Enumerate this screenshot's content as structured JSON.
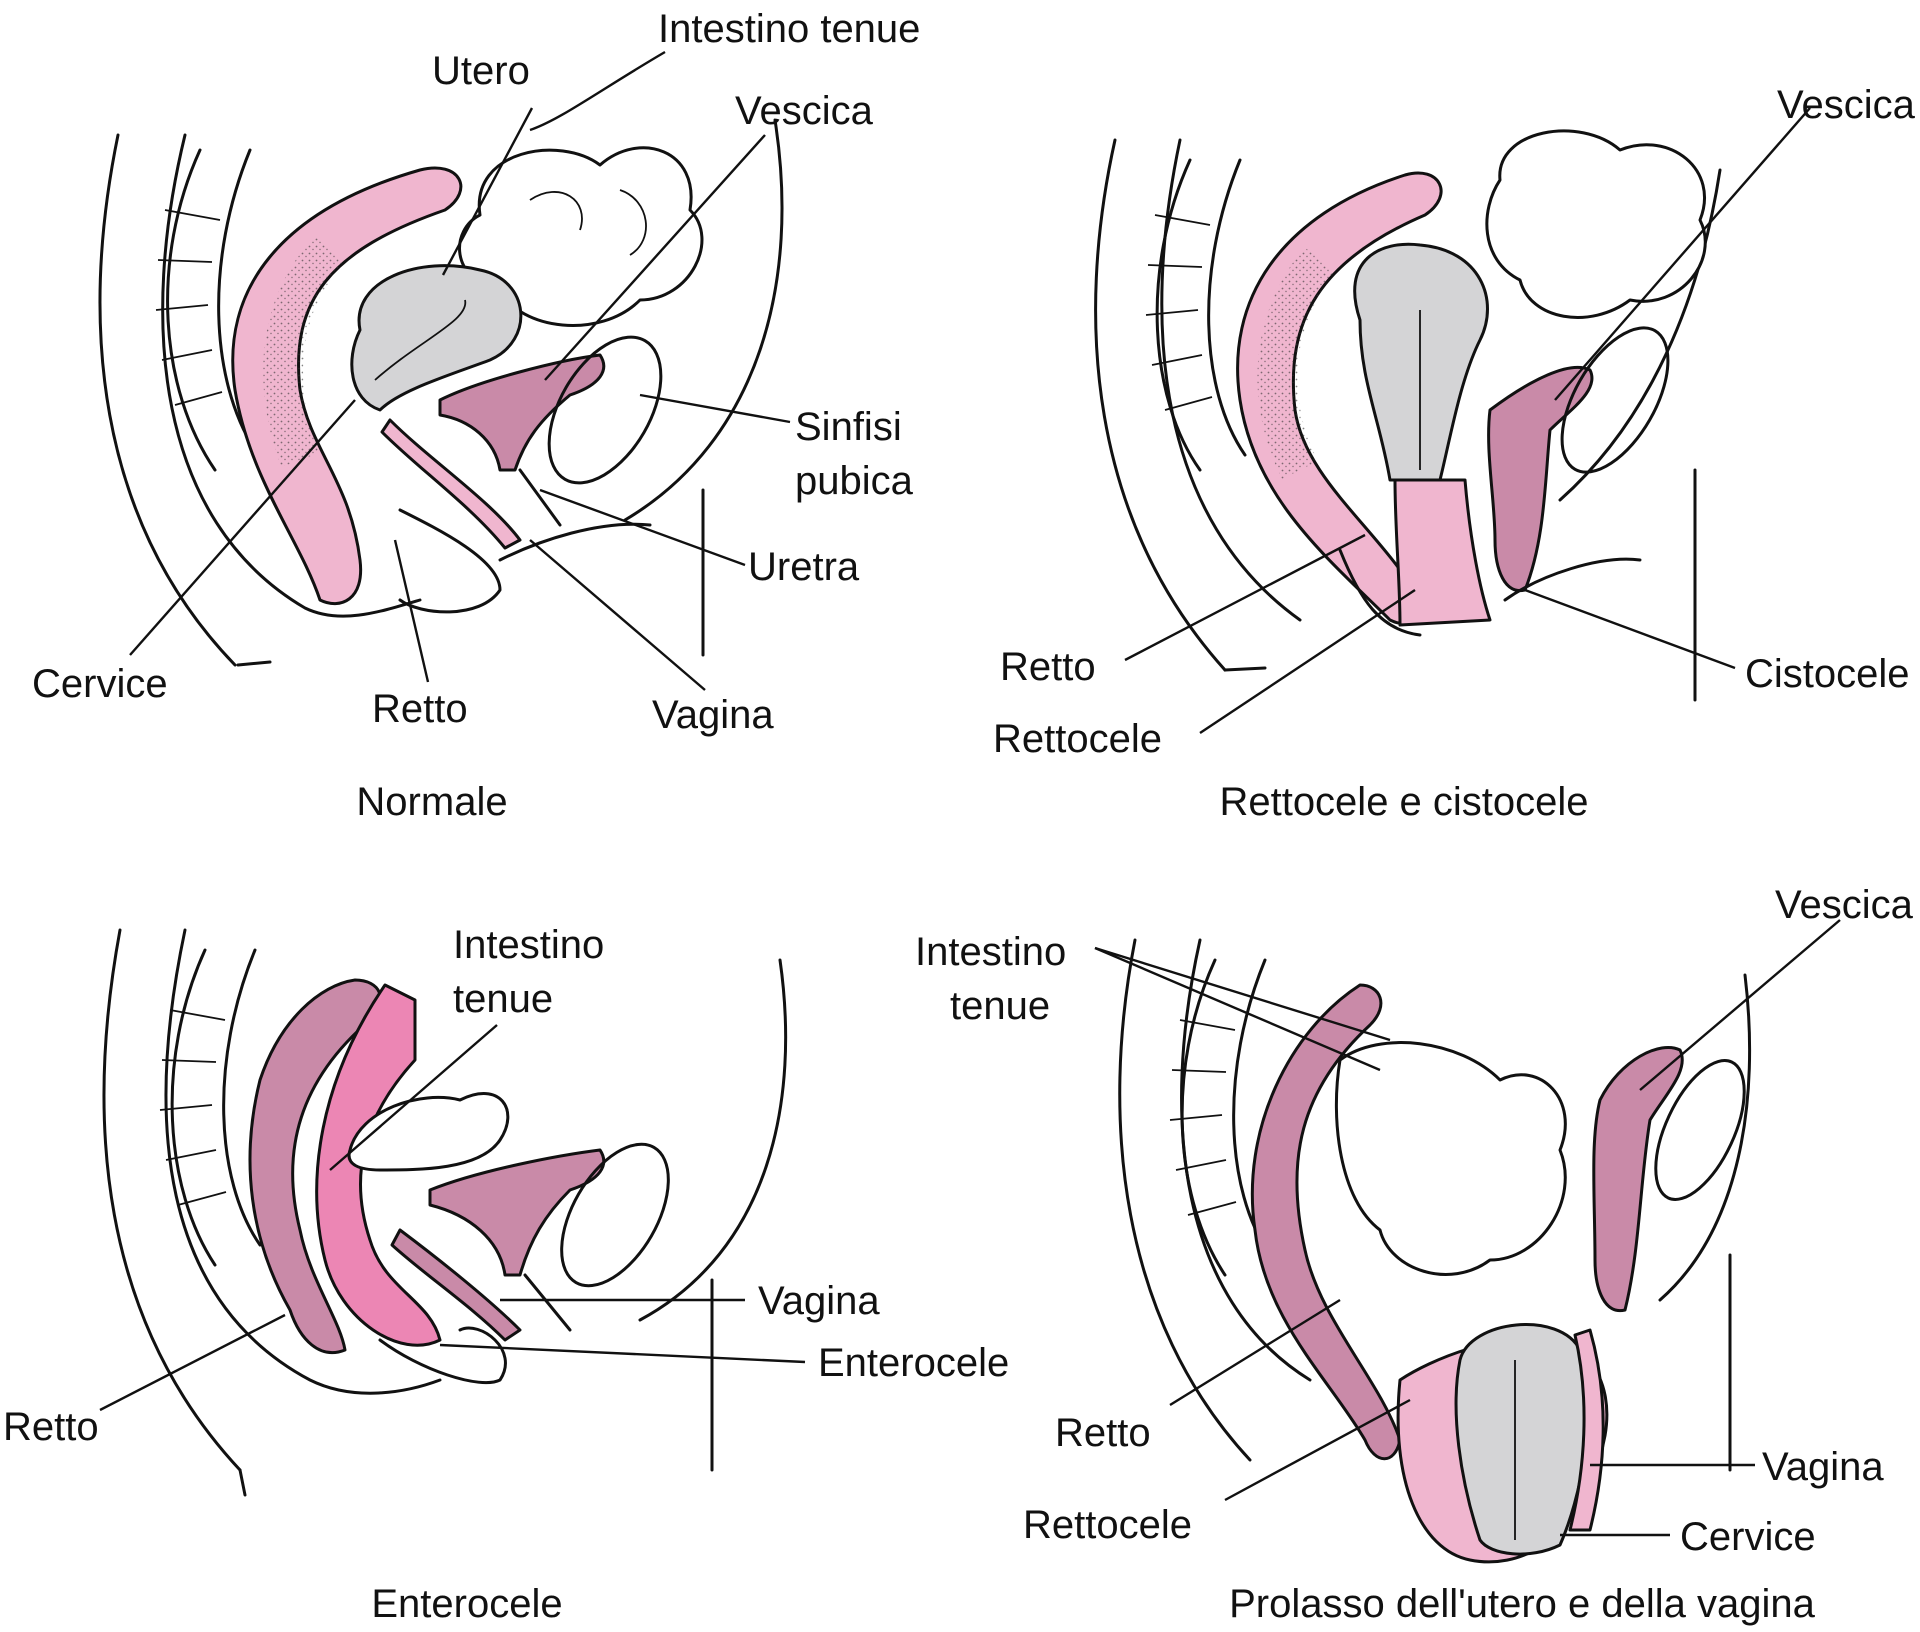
{
  "figure": {
    "colors": {
      "rectum": "#f0b6cf",
      "rectum_dark": "#e58fb6",
      "bladder": "#c98aa8",
      "uterus": "#d4d4d6",
      "outline": "#111111",
      "background": "#ffffff"
    },
    "panels": [
      {
        "caption": "Normale",
        "labels": {
          "intestino": "Intestino tenue",
          "utero": "Utero",
          "vescica": "Vescica",
          "sinfisi_1": "Sinfisi",
          "sinfisi_2": "pubica",
          "uretra": "Uretra",
          "vagina": "Vagina",
          "retto": "Retto",
          "cervice": "Cervice"
        }
      },
      {
        "caption": "Rettocele e cistocele",
        "labels": {
          "vescica": "Vescica",
          "retto": "Retto",
          "rettocele": "Rettocele",
          "cistocele": "Cistocele"
        }
      },
      {
        "caption": "Enterocele",
        "labels": {
          "intestino_1": "Intestino",
          "intestino_2": "tenue",
          "vagina": "Vagina",
          "enterocele": "Enterocele",
          "retto": "Retto"
        }
      },
      {
        "caption": "Prolasso dell'utero e della vagina",
        "labels": {
          "intestino_1": "Intestino",
          "intestino_2": "tenue",
          "vescica": "Vescica",
          "retto": "Retto",
          "rettocele": "Rettocele",
          "vagina": "Vagina",
          "cervice": "Cervice"
        }
      }
    ]
  }
}
